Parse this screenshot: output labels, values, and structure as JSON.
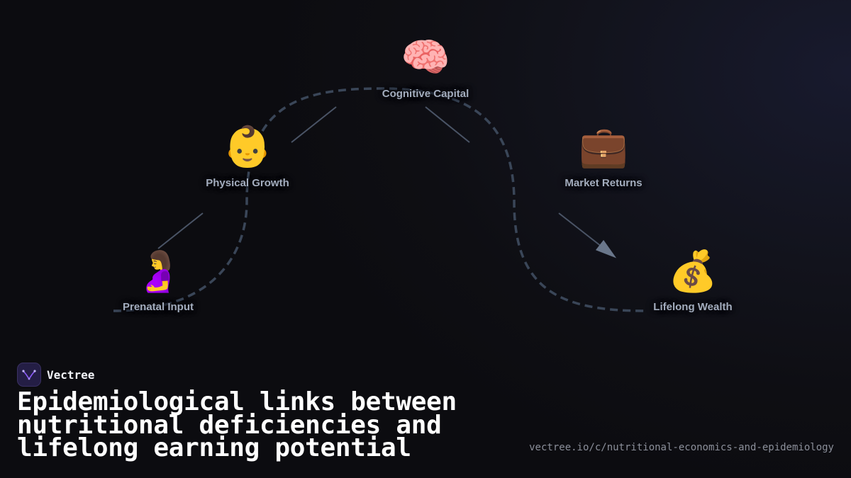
{
  "diagram": {
    "nodes": [
      {
        "id": "prenatal",
        "label": "Prenatal Input",
        "icon": "🤰",
        "icon_name": "pregnant-woman-icon"
      },
      {
        "id": "growth",
        "label": "Physical Growth",
        "icon": "👶",
        "icon_name": "baby-icon"
      },
      {
        "id": "cognitive",
        "label": "Cognitive Capital",
        "icon": "🧠",
        "icon_name": "brain-icon"
      },
      {
        "id": "market",
        "label": "Market Returns",
        "icon": "💼",
        "icon_name": "briefcase-icon"
      },
      {
        "id": "wealth",
        "label": "Lifelong Wealth",
        "icon": "💰",
        "icon_name": "money-bag-icon"
      }
    ],
    "edges": [
      {
        "from": "prenatal",
        "to": "growth"
      },
      {
        "from": "growth",
        "to": "cognitive"
      },
      {
        "from": "cognitive",
        "to": "market"
      },
      {
        "from": "market",
        "to": "wealth",
        "arrow": true
      }
    ],
    "colors": {
      "path": "#3a4658",
      "connector": "#4a5466",
      "arrow": "#6a778b",
      "label": "#a3adbe"
    }
  },
  "brand": {
    "name": "Vectree",
    "logo_icon": "vectree-logo-icon",
    "logo_bg": "#241e45",
    "logo_accent": "#8b5cf6"
  },
  "headline": "Epidemiological links between nutritional deficiencies and lifelong earning potential",
  "url": "vectree.io/c/nutritional-economics-and-epidemiology"
}
